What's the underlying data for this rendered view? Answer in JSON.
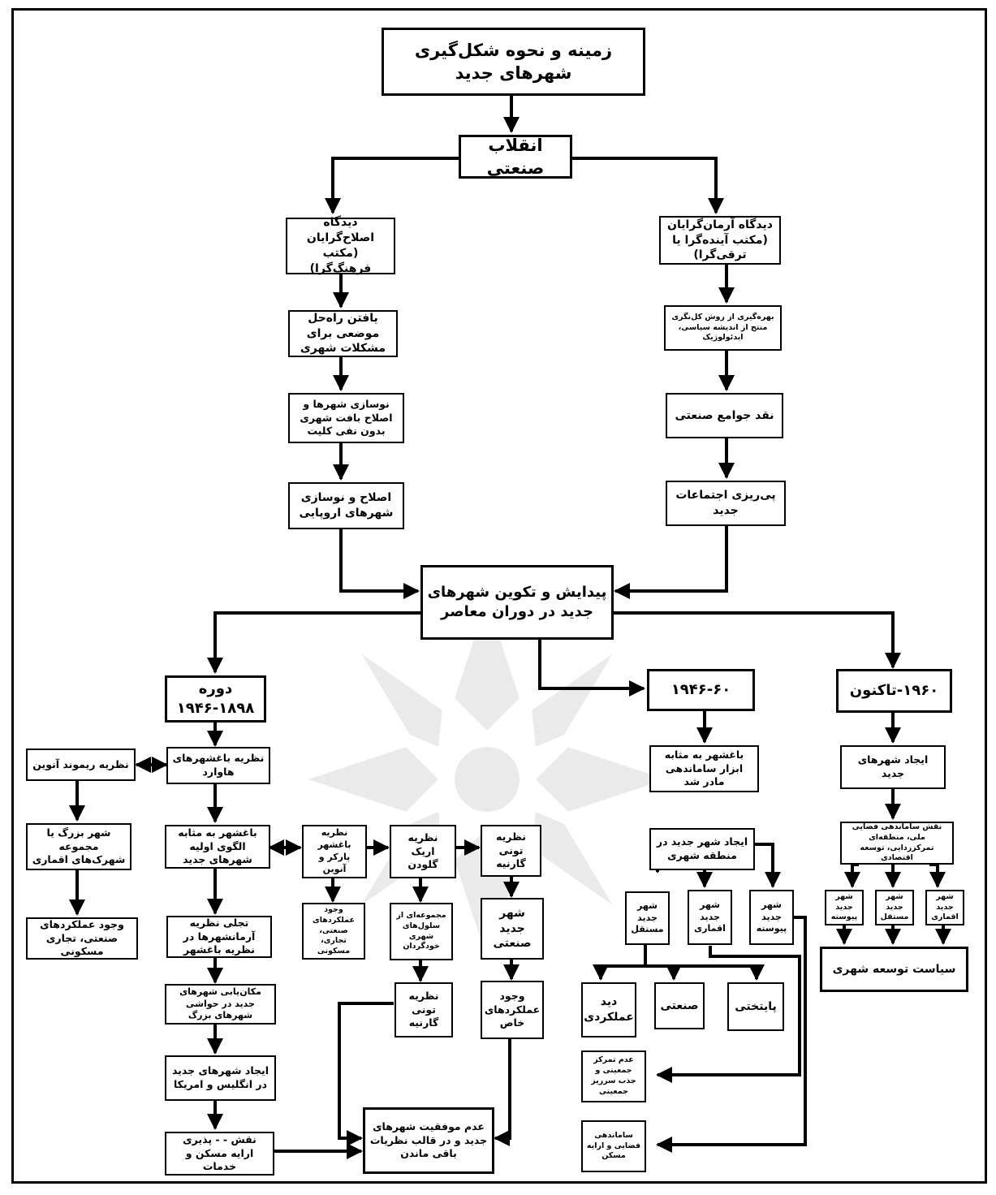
{
  "title": "زمینه و نحوه شکل‌گیری شهرهای جدید",
  "industrial_revolution": "انقلاب صنعتی",
  "left_branch": {
    "view": "دیدگاه اصلاح‌گرایان (مکتب فرهنگ‌گرا)",
    "step1": "یافتن راه‌حل موضعی برای مشکلات شهری",
    "step2": "نوسازی شهرها و اصلاح بافت شهری بدون نفی کلیت",
    "step3": "اصلاح و نوسازی شهرهای اروپایی"
  },
  "right_branch": {
    "view": "دیدگاه آرمان‌گرایان (مکتب آینده‌گرا یا ترقی‌گرا)",
    "step1": "بهره‌گیری از روش کل‌نگری منتج از اندیشه سیاسی، ایدئولوژیک",
    "step2": "نقد جوامع صنعتی",
    "step3": "پی‌ریزی اجتماعات جدید"
  },
  "emergence": "پیدایش و تکوین شهرهای جدید در دوران معاصر",
  "period_1": {
    "label": "دوره ۱۸۹۸-۱۹۴۶",
    "garden_city": "نظریه باغشهرهای هاوارد",
    "unwin": "نظریه ریموند آنوین",
    "big_city": "شهر بزرگ یا مجموعه شهرک‌های اقماری",
    "functions": "وجود عملکردهای صنعتی، تجاری مسکونی",
    "prototype": "باغشهر به مثابه الگوی اولیه شهرهای جدید",
    "ideal": "تجلی نظریه آرمانشهرها در نظریه باغشهر",
    "location": "مکان‌یابی شهرهای جدید در حواشی شهرهای بزرگ",
    "creation": "ایجاد شهرهای جدید در انگلیس و امریکا",
    "role": "نقش - - پذیری ارایه مسکن و خدمات",
    "parker": "نظریه باغشهر پارکر و آنوین",
    "parker_result": "وجود عملکردهای صنعتی، تجاری، مسکونی",
    "gloden": "نظریه اریک گلودن",
    "gloden_result": "مجموعه‌ای از سلول‌های شهری خودگردان",
    "garnier_a": "نظریه تونی گارنیه",
    "industrial_city": "شهر جدید صنعتی",
    "special_functions": "وجود عملکردهای خاص",
    "garnier_b": "نظریه تونی گارنیه",
    "failure": "عدم موفقیت شهرهای جدید و در قالب نظریات باقی ماندن"
  },
  "period_2": {
    "label": "۱۹۴۶-۶۰",
    "tool": "باغشهر به مثابه ابزار ساماندهی مادر شد",
    "region": "ایجاد شهر جدید در منطقه شهری",
    "independent": "شهر جدید مستقل",
    "satellite": "شهر جدید اقماری",
    "attached": "شهر جدید پیوسته",
    "functional": "دید عملکردی",
    "industrial": "صنعتی",
    "capital": "پایتختی",
    "decentral": "عدم تمرکز جمعیتی و جذب سرریز جمعیتی",
    "organizing": "ساماندهی فضایی و ارایه مسکن"
  },
  "period_3": {
    "label": "۱۹۶۰-تاکنون",
    "create": "ایجاد شهرهای جدید",
    "role": "نقش ساماندهی فضایی ملی، منطقه‌ای تمرکززدایی، توسعه اقتصادی",
    "attached": "شهر جدید پیوسته",
    "independent": "شهر جدید مستقل",
    "satellite": "شهر جدید اقماری",
    "policy": "سیاست توسعه شهری"
  }
}
